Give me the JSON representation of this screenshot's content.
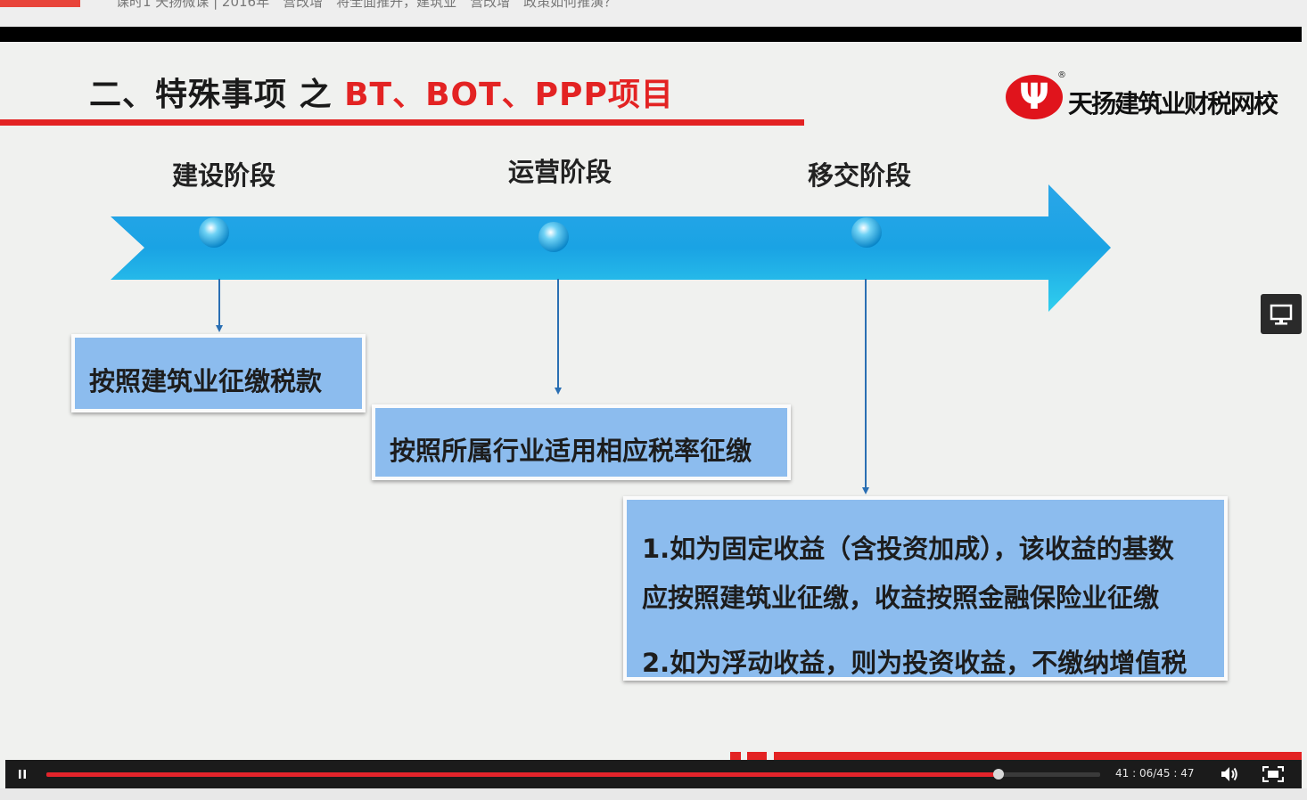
{
  "window": {
    "title": "课时1 天扬微课 | 2016年　营改增　将全面推开，建筑业　营改增　政策如何推演？"
  },
  "slide": {
    "title_prefix": "二、特殊事项 之 ",
    "title_highlight": "BT、BOT、PPP项目",
    "logo_mark": "Ψ",
    "logo_reg": "®",
    "logo_text": "天扬建筑业财税网校",
    "stages": [
      "建设阶段",
      "运营阶段",
      "移交阶段"
    ],
    "box1": "按照建筑业征缴税款",
    "box2": "按照所属行业适用相应税率征缴",
    "box3": {
      "line1": "1.如为固定收益（含投资加成），该收益的基数",
      "line2": "应按照建筑业征缴，收益按照金融保险业征缴",
      "line3": "2.如为浮动收益，则为投资收益，不缴纳增值税"
    }
  },
  "player": {
    "time": "41 : 06/45 : 47",
    "progress": 0.9034,
    "accent": "#e3242b"
  }
}
